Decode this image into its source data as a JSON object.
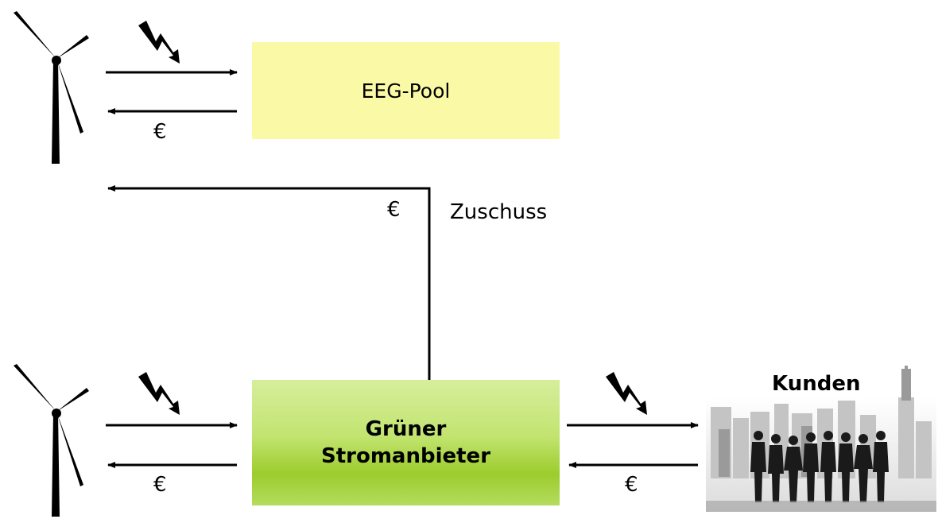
{
  "colors": {
    "eeg_box": "#fafaa6",
    "green_box_top": "#d6ee9c",
    "green_box_mid": "#9ccc2c",
    "arrow": "#000000"
  },
  "icons": {
    "turbine": "wind-turbine-icon",
    "power": "lightning-bolt-icon",
    "customers": "city-people-silhouette-icon"
  },
  "top_flow": {
    "box_label": "EEG-Pool",
    "return_label": "€"
  },
  "subsidy": {
    "currency_label": "€",
    "label": "Zuschuss"
  },
  "bottom_flow": {
    "box_line1": "Grüner",
    "box_line2": "Stromanbieter",
    "left_return_label": "€",
    "right_return_label": "€",
    "customers_label": "Kunden"
  }
}
